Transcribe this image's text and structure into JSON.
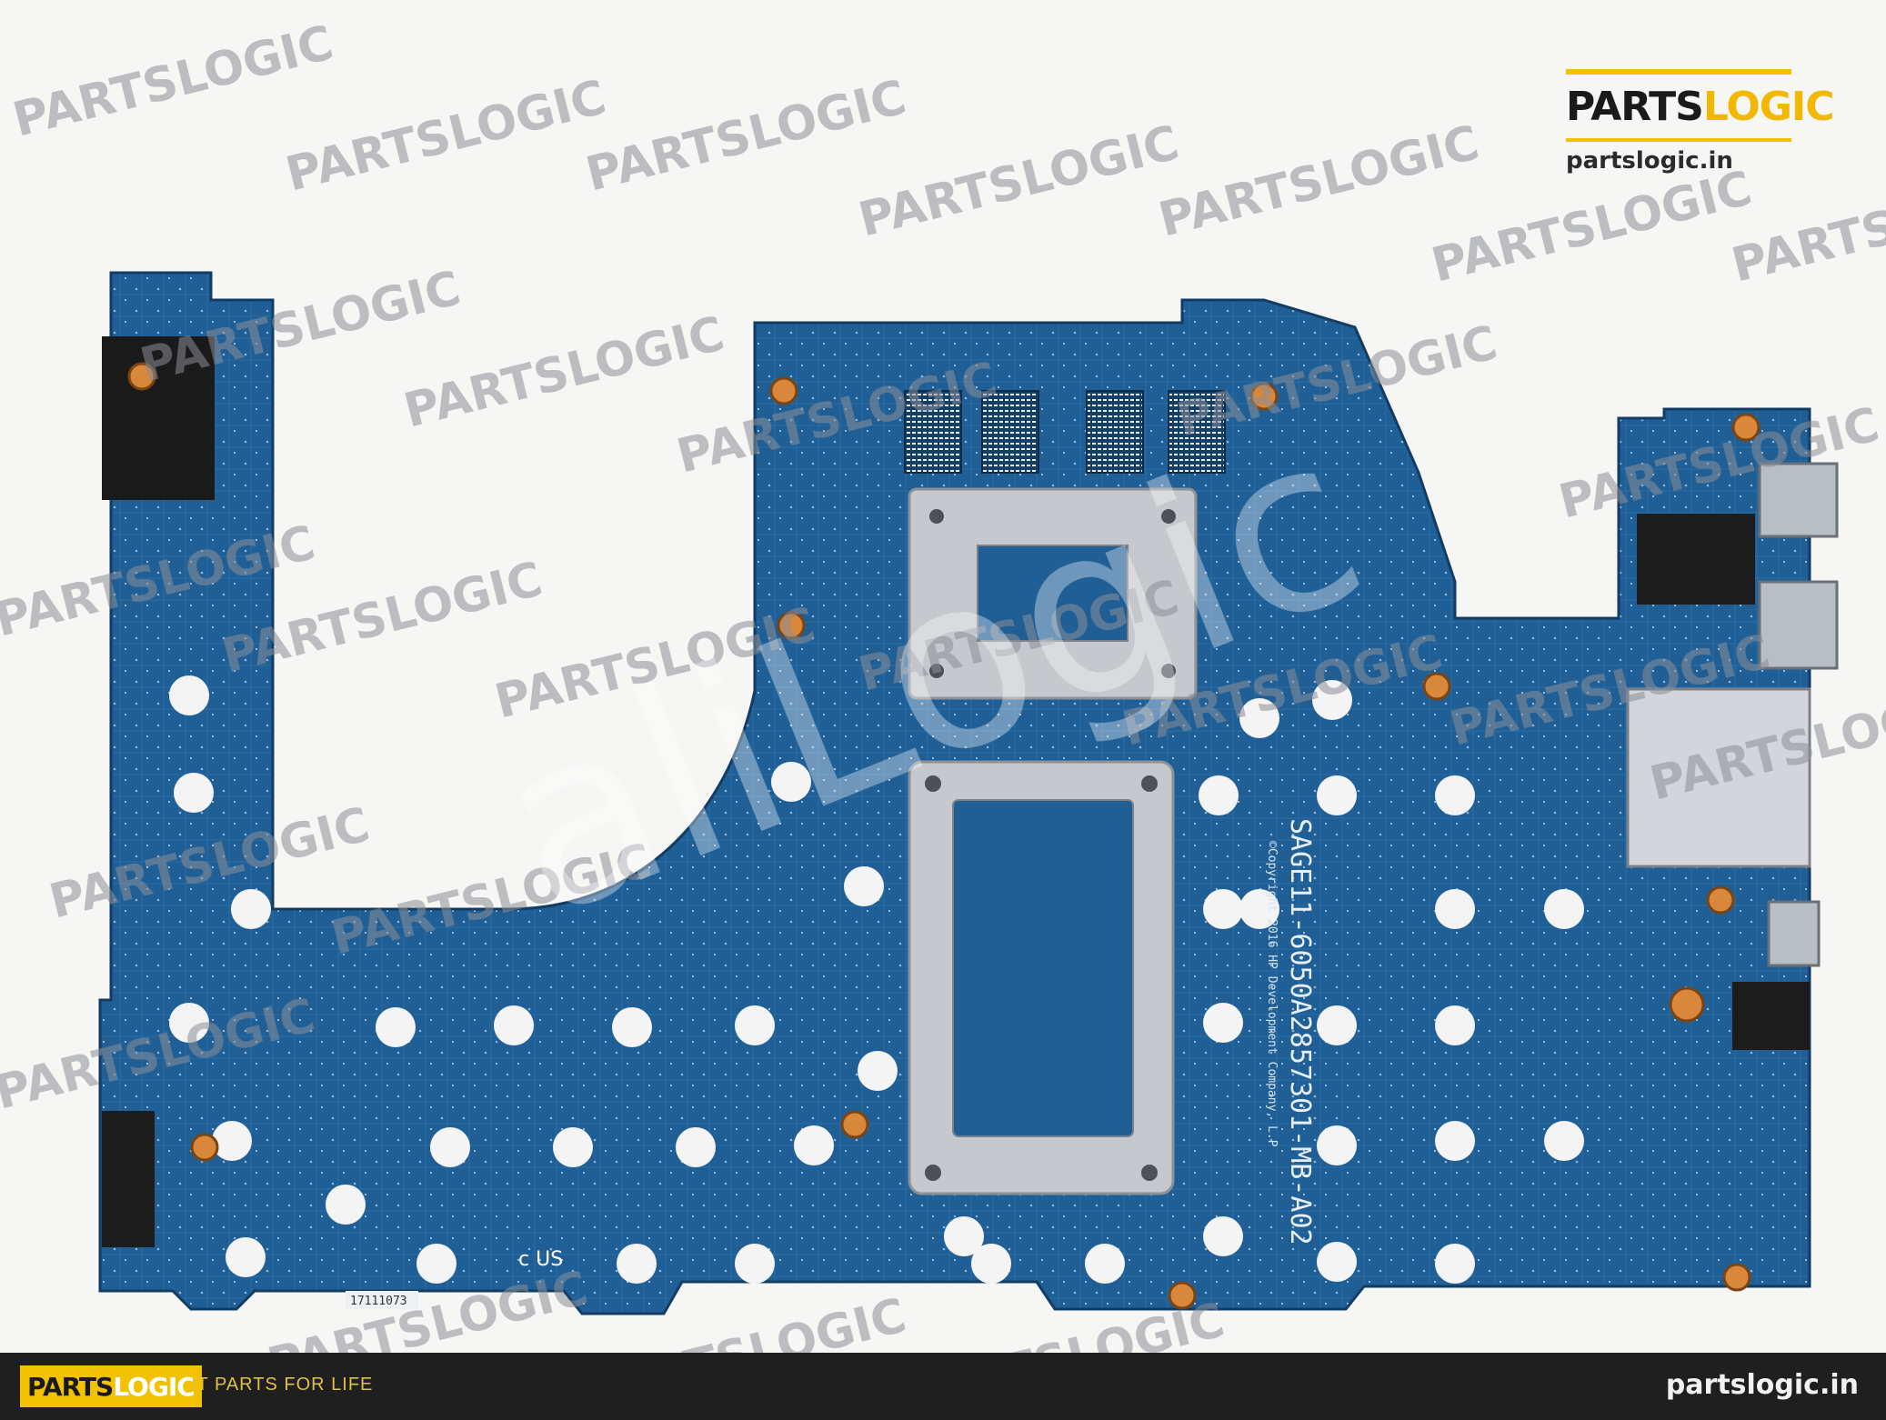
{
  "watermark": {
    "text": "PARTSLOGIC"
  },
  "overlay_watermark": {
    "text": "aliLogic"
  },
  "logo_card": {
    "brand_left": "PARTS",
    "brand_right": "LOGIC",
    "url": "partslogic.in"
  },
  "board": {
    "part_number": "SAGE11-6050A2857301-MB-A02",
    "copyright": "©Copyright 2016 HP Development Company, L.P",
    "serial_label": "17111073",
    "ul_mark": "c US",
    "colors": {
      "pcb": "#1f5f96",
      "pcb_dark": "#174c7a",
      "shim": "#c5c8cc",
      "pad": "#f4f4f4",
      "standoff": "#d9873a"
    }
  },
  "footer": {
    "brand_left": "PARTS",
    "brand_right": "LOGIC",
    "tagline": "IT PARTS FOR LIFE",
    "site": "partslogic.in"
  }
}
